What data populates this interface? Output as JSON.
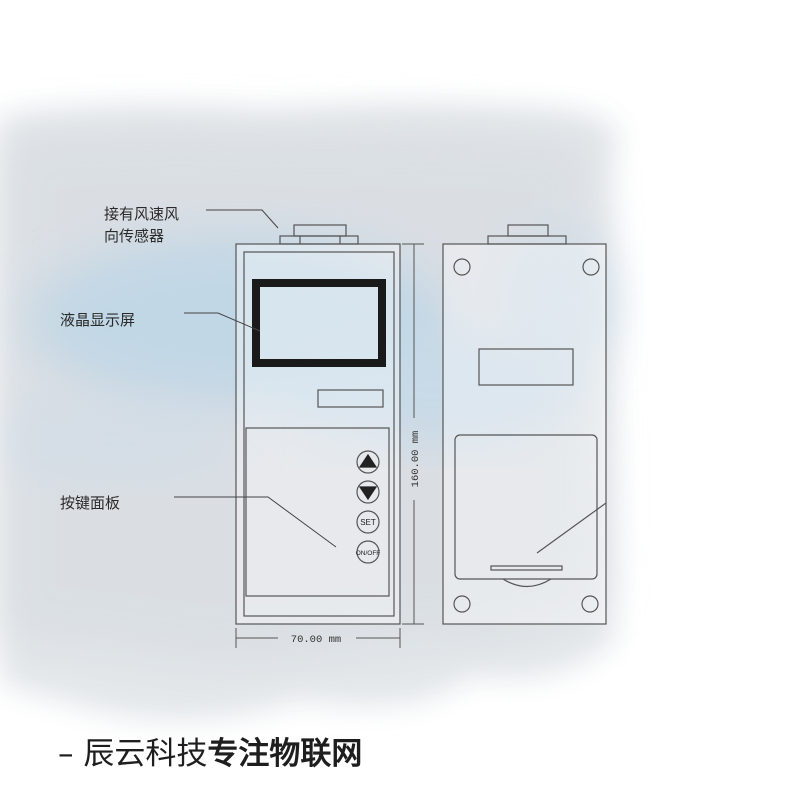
{
  "labels": {
    "sensor_line1": "接有风速风",
    "sensor_line2": "向传感器",
    "lcd": "液晶显示屏",
    "keypad": "按键面板"
  },
  "dimensions": {
    "width": "70.00 mm",
    "height": "160.00 mm"
  },
  "buttons": {
    "set": "SET",
    "onoff": "ON/OFF"
  },
  "icons": {
    "up": "triangle-up-icon",
    "down": "triangle-down-icon"
  },
  "footer": {
    "prefix": "– 辰云科技",
    "highlight": "专注物联网"
  },
  "colors": {
    "line": "#555555",
    "screen_frame": "#1a1a1a",
    "background_wash": "#dde3e8",
    "sky": "#bcd6e6"
  }
}
